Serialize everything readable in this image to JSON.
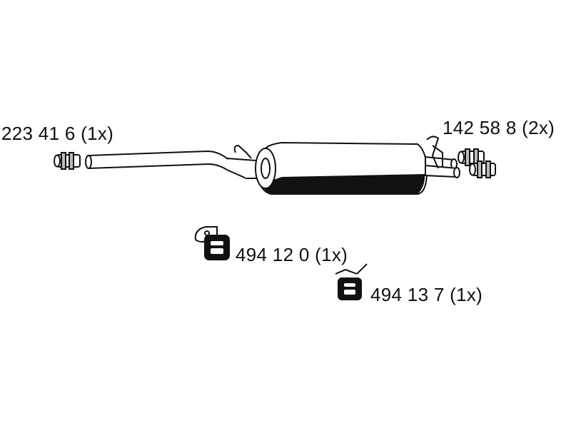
{
  "diagram": {
    "parts": [
      {
        "id": "clamp-left",
        "label": "223 41 6 (1x)",
        "icon": "pipe-clamp-icon"
      },
      {
        "id": "clamp-right",
        "label": "142 58 8 (2x)",
        "icon": "pipe-clamp-icon"
      },
      {
        "id": "hanger-a",
        "label": "494 12 0 (1x)",
        "icon": "rubber-hanger-icon"
      },
      {
        "id": "hanger-b",
        "label": "494 13 7 (1x)",
        "icon": "rubber-hanger-icon"
      }
    ],
    "main_part": {
      "icon": "muffler-icon"
    },
    "colors": {
      "line": "#111111",
      "fill": "#ffffff",
      "shade": "#d8d8d8"
    }
  }
}
